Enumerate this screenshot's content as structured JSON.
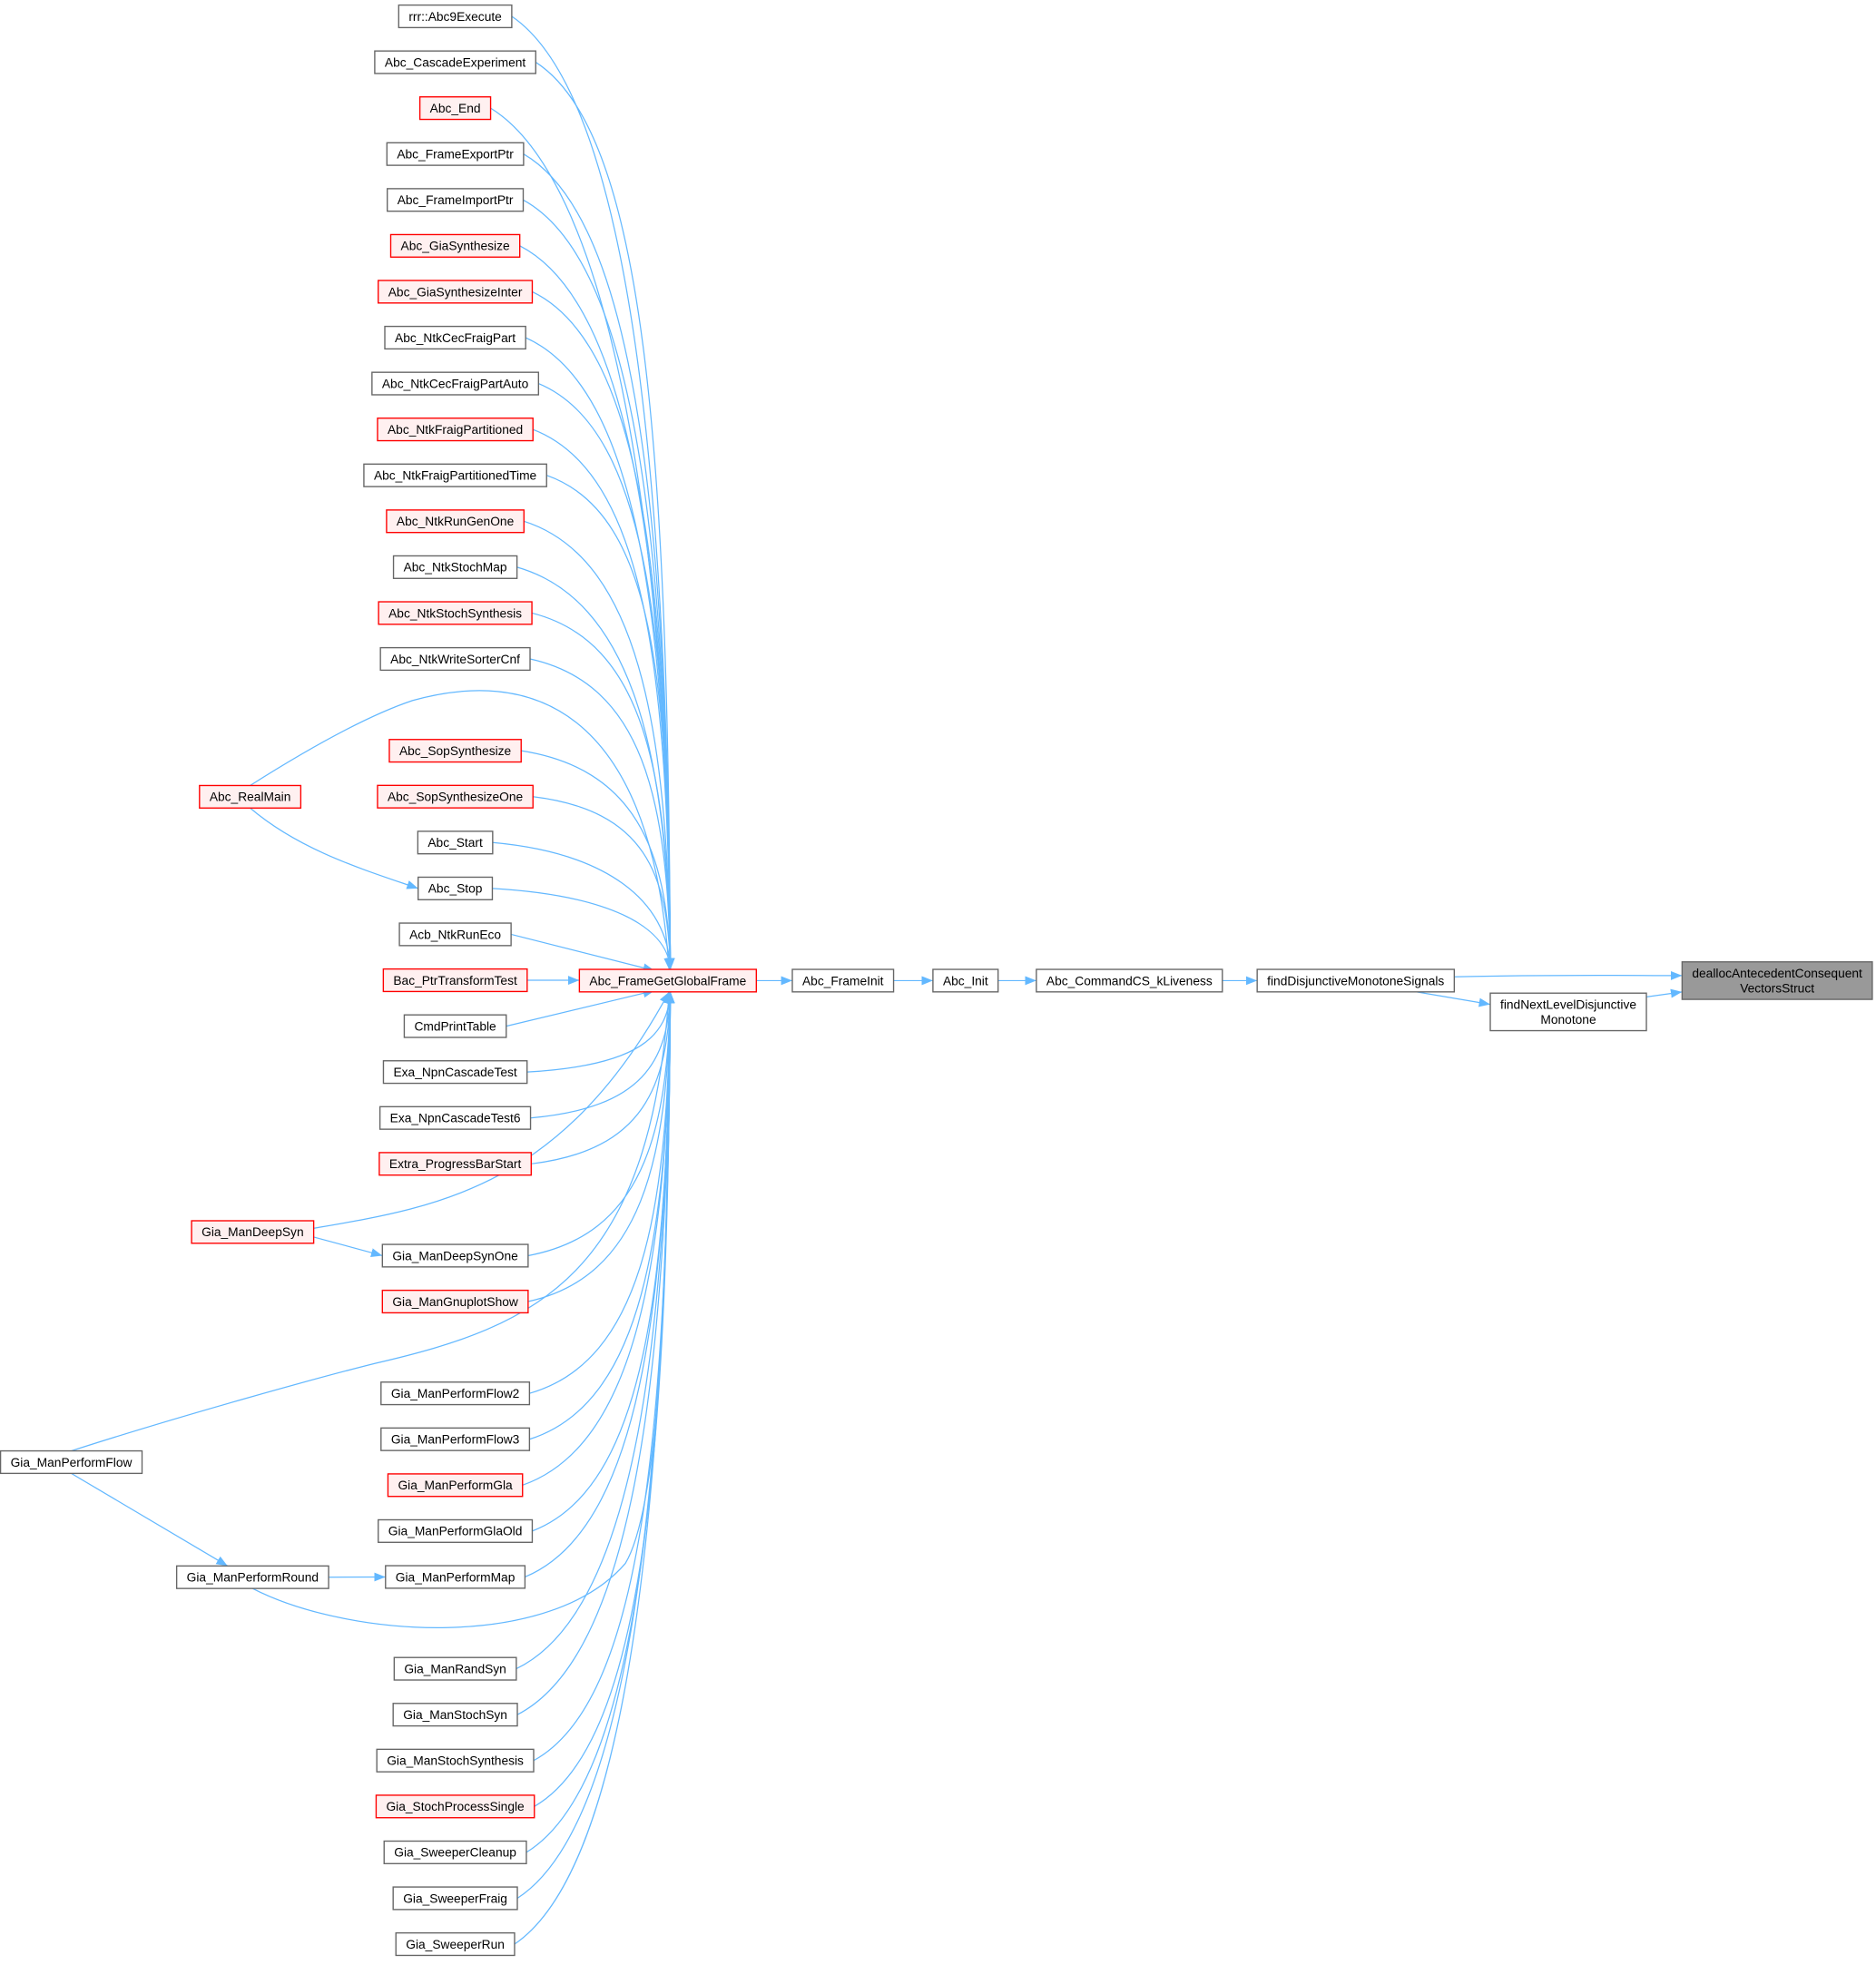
{
  "colors": {
    "edge": "#63b8ff",
    "normal_fill": "#ffffff",
    "normal_stroke": "#666666",
    "red_fill": "#fff0f0",
    "red_stroke": "#ff0000",
    "focus_fill": "#999999",
    "focus_stroke": "#666666"
  },
  "callers": [
    {
      "label": "rrr::Abc9Execute",
      "red": false
    },
    {
      "label": "Abc_CascadeExperiment",
      "red": false
    },
    {
      "label": "Abc_End",
      "red": true
    },
    {
      "label": "Abc_FrameExportPtr",
      "red": false
    },
    {
      "label": "Abc_FrameImportPtr",
      "red": false
    },
    {
      "label": "Abc_GiaSynthesize",
      "red": true
    },
    {
      "label": "Abc_GiaSynthesizeInter",
      "red": true
    },
    {
      "label": "Abc_NtkCecFraigPart",
      "red": false
    },
    {
      "label": "Abc_NtkCecFraigPartAuto",
      "red": false
    },
    {
      "label": "Abc_NtkFraigPartitioned",
      "red": true
    },
    {
      "label": "Abc_NtkFraigPartitionedTime",
      "red": false
    },
    {
      "label": "Abc_NtkRunGenOne",
      "red": true
    },
    {
      "label": "Abc_NtkStochMap",
      "red": false
    },
    {
      "label": "Abc_NtkStochSynthesis",
      "red": true
    },
    {
      "label": "Abc_NtkWriteSorterCnf",
      "red": false
    },
    {
      "label": "Abc_SopSynthesize",
      "red": true
    },
    {
      "label": "Abc_SopSynthesizeOne",
      "red": true
    },
    {
      "label": "Abc_Start",
      "red": false
    },
    {
      "label": "Abc_Stop",
      "red": false
    },
    {
      "label": "Acb_NtkRunEco",
      "red": false
    },
    {
      "label": "Bac_PtrTransformTest",
      "red": true
    },
    {
      "label": "CmdPrintTable",
      "red": false
    },
    {
      "label": "Exa_NpnCascadeTest",
      "red": false
    },
    {
      "label": "Exa_NpnCascadeTest6",
      "red": false
    },
    {
      "label": "Extra_ProgressBarStart",
      "red": true
    },
    {
      "label": "Gia_ManDeepSynOne",
      "red": false
    },
    {
      "label": "Gia_ManGnuplotShow",
      "red": true
    },
    {
      "label": "Gia_ManPerformFlow2",
      "red": false
    },
    {
      "label": "Gia_ManPerformFlow3",
      "red": false
    },
    {
      "label": "Gia_ManPerformGla",
      "red": true
    },
    {
      "label": "Gia_ManPerformGlaOld",
      "red": false
    },
    {
      "label": "Gia_ManPerformMap",
      "red": false
    },
    {
      "label": "Gia_ManRandSyn",
      "red": false
    },
    {
      "label": "Gia_ManStochSyn",
      "red": false
    },
    {
      "label": "Gia_ManStochSynthesis",
      "red": false
    },
    {
      "label": "Gia_StochProcessSingle",
      "red": true
    },
    {
      "label": "Gia_SweeperCleanup",
      "red": false
    },
    {
      "label": "Gia_SweeperFraig",
      "red": false
    },
    {
      "label": "Gia_SweeperRun",
      "red": false
    }
  ],
  "side_nodes": [
    {
      "label": "Abc_RealMain",
      "red": true
    },
    {
      "label": "Gia_ManDeepSyn",
      "red": true
    },
    {
      "label": "Gia_ManPerformFlow",
      "red": false
    },
    {
      "label": "Gia_ManPerformRound",
      "red": false
    }
  ],
  "chain": [
    {
      "label": "Abc_FrameGetGlobalFrame",
      "red": true
    },
    {
      "label": "Abc_FrameInit",
      "red": false
    },
    {
      "label": "Abc_Init",
      "red": false
    },
    {
      "label": "Abc_CommandCS_kLiveness",
      "red": false
    },
    {
      "label": "findDisjunctiveMonotoneSignals",
      "red": false
    }
  ],
  "next_level": {
    "line1": "findNextLevelDisjunctive",
    "line2": "Monotone"
  },
  "focus": {
    "line1": "deallocAntecedentConsequent",
    "line2": "VectorsStruct"
  }
}
